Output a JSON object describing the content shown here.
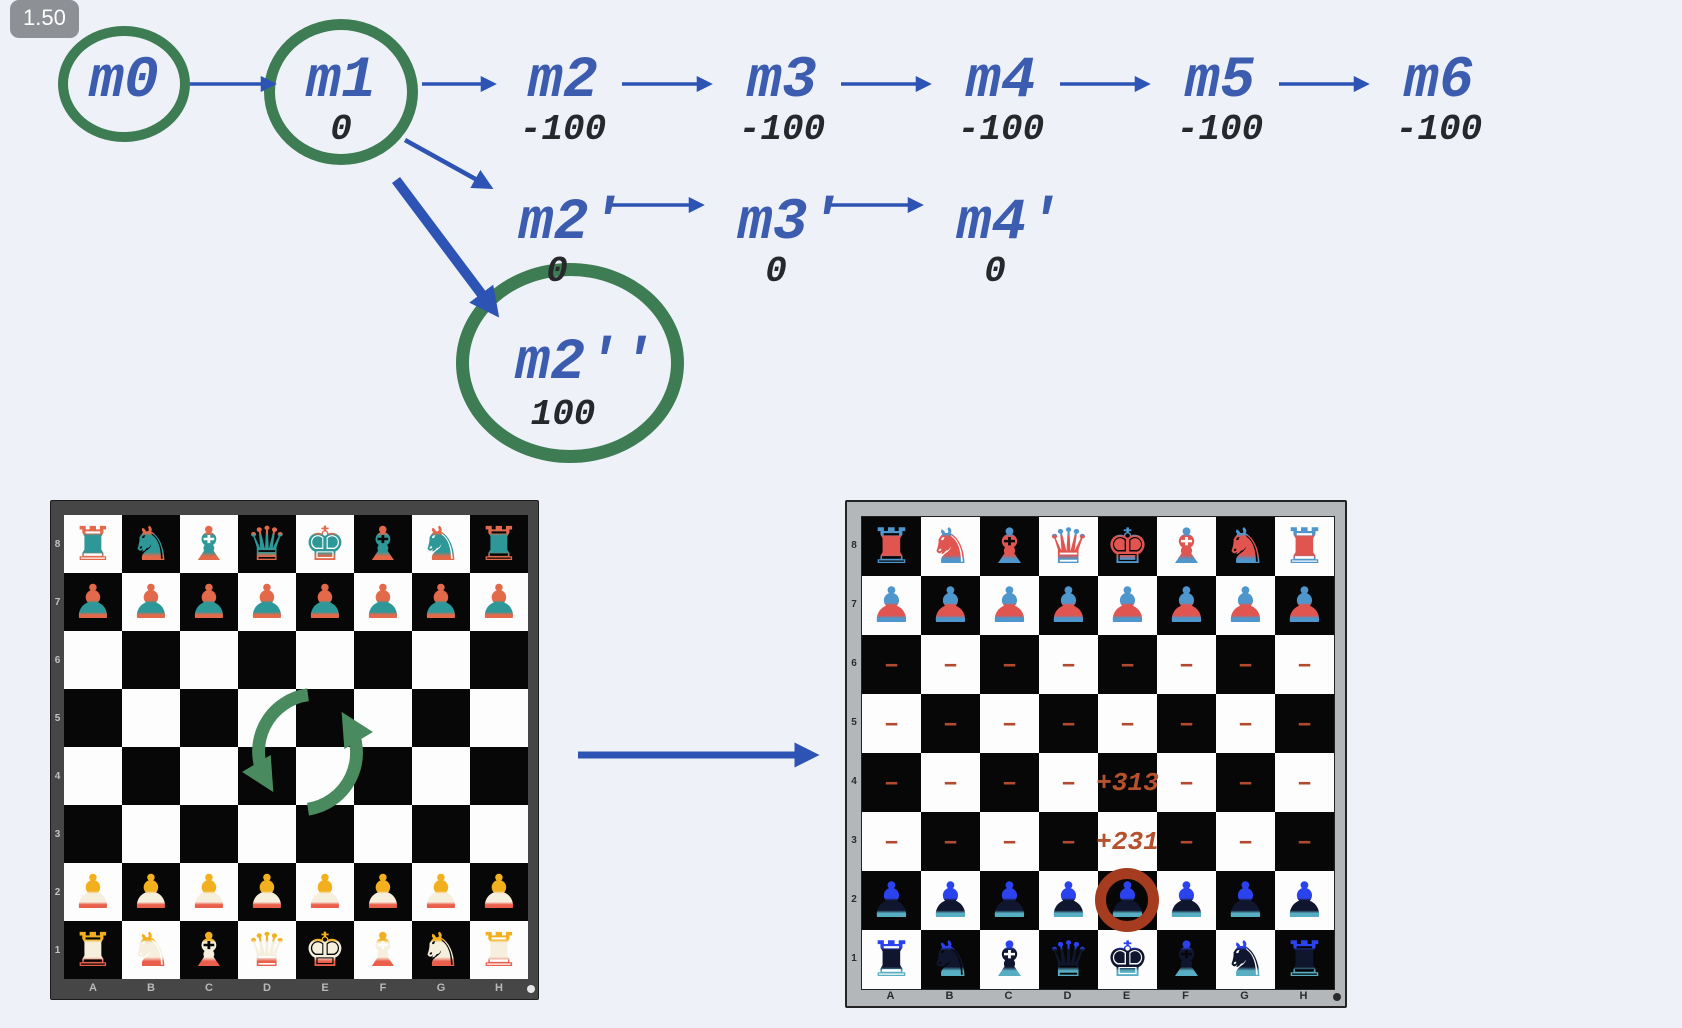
{
  "player_badge": {
    "speed": "1.50"
  },
  "tree": {
    "main_row": [
      {
        "label": "m0",
        "value": ""
      },
      {
        "label": "m1",
        "value": "0"
      },
      {
        "label": "m2",
        "value": "-100"
      },
      {
        "label": "m3",
        "value": "-100"
      },
      {
        "label": "m4",
        "value": "-100"
      },
      {
        "label": "m5",
        "value": "-100"
      },
      {
        "label": "m6",
        "value": "-100"
      }
    ],
    "alt_row": [
      {
        "label": "m2′",
        "value": "0"
      },
      {
        "label": "m3′",
        "value": "0"
      },
      {
        "label": "m4′",
        "value": "0"
      }
    ],
    "chosen": {
      "label": "m2′′",
      "value": "100"
    }
  },
  "left_board": {
    "file_labels": [
      "A",
      "B",
      "C",
      "D",
      "E",
      "F",
      "G",
      "H"
    ],
    "rank_labels": [
      "8",
      "7",
      "6",
      "5",
      "4",
      "3",
      "2",
      "1"
    ],
    "rows": [
      "rnbqkbnr",
      "pppppppp",
      "",
      "",
      "",
      "",
      "PPPPPPPP",
      "RNBQKBNR"
    ],
    "a8_light": true
  },
  "right_board": {
    "file_labels": [
      "A",
      "B",
      "C",
      "D",
      "E",
      "F",
      "G",
      "H"
    ],
    "rank_labels": [
      "8",
      "7",
      "6",
      "5",
      "4",
      "3",
      "2",
      "1"
    ],
    "rows": [
      "rnbqkbnr",
      "pppppppp",
      "",
      "",
      "",
      "",
      "PPPPPPPP",
      "RNBQKBNR"
    ],
    "a8_light": false,
    "dash_rows": [
      2,
      3,
      4,
      5
    ],
    "dash_char": "–",
    "annotations": [
      {
        "row": 4,
        "col": 4,
        "text": "+313"
      },
      {
        "row": 5,
        "col": 4,
        "text": "+231"
      }
    ],
    "ring": {
      "row": 6,
      "col": 4
    }
  },
  "glyphs": {
    "r": "♜",
    "n": "♞",
    "b": "♝",
    "q": "♛",
    "k": "♚",
    "p": "♟",
    "R": "♜",
    "N": "♞",
    "B": "♝",
    "Q": "♛",
    "K": "♚",
    "P": "♟"
  },
  "colors": {
    "background": "#eef2f8",
    "node_blue": "#3c5caf",
    "arrow_blue": "#2d53b4",
    "highlight_green": "#3e7d53",
    "value_dark": "#26282c",
    "score_rust": "#b14a2e",
    "ring_red": "#a63c1f",
    "badge_gray": "#84888c"
  }
}
